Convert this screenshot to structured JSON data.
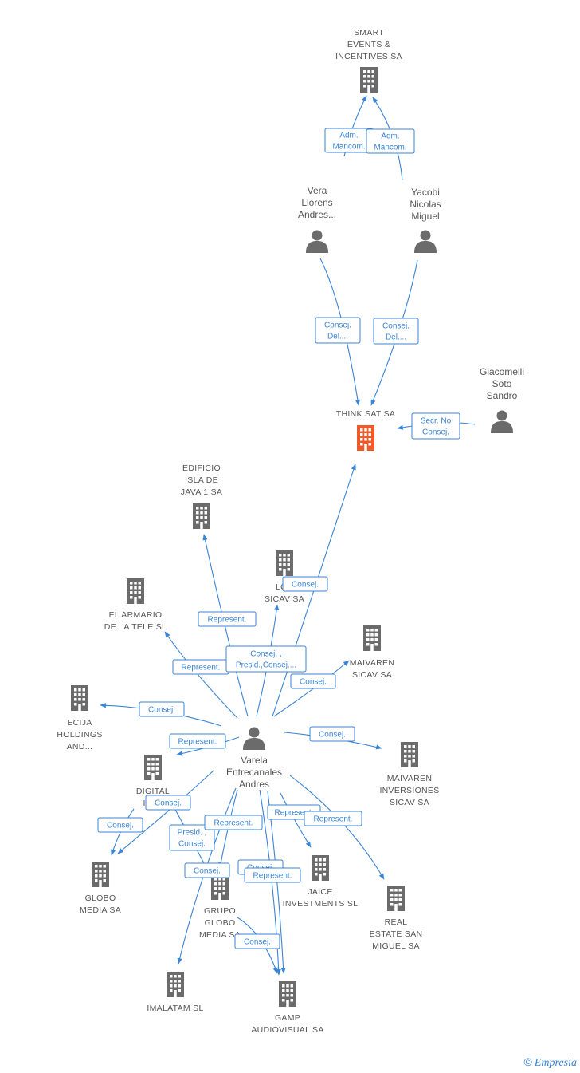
{
  "colors": {
    "edge": "#3a84d6",
    "node": "#6b6b6b",
    "focus": "#f05a28",
    "label": "#555555"
  },
  "nodes": [
    {
      "id": "smart",
      "kind": "company",
      "lines": [
        "SMART",
        "EVENTS &",
        "INCENTIVES SA"
      ],
      "icon": "building-icon"
    },
    {
      "id": "vera",
      "kind": "person",
      "lines": [
        "Vera",
        "Llorens",
        "Andres..."
      ],
      "icon": "person-icon"
    },
    {
      "id": "yacobi",
      "kind": "person",
      "lines": [
        "Yacobi",
        "Nicolas",
        "Miguel"
      ],
      "icon": "person-icon"
    },
    {
      "id": "giacomelli",
      "kind": "person",
      "lines": [
        "Giacomelli",
        "Soto",
        "Sandro"
      ],
      "icon": "person-icon"
    },
    {
      "id": "think",
      "kind": "focus",
      "lines": [
        "THINK SAT SA"
      ],
      "icon": "building-icon"
    },
    {
      "id": "edificio",
      "kind": "company",
      "lines": [
        "EDIFICIO",
        "ISLA DE",
        "JAVA 1 SA"
      ],
      "icon": "building-icon"
    },
    {
      "id": "armario",
      "kind": "company",
      "lines": [
        "EL ARMARIO",
        "DE LA TELE SL"
      ],
      "icon": "building-icon"
    },
    {
      "id": "los",
      "kind": "company",
      "lines": [
        "LOS",
        "SICAV SA"
      ],
      "icon": "building-icon"
    },
    {
      "id": "maivaren",
      "kind": "company",
      "lines": [
        "MAIVAREN",
        "SICAV SA"
      ],
      "icon": "building-icon"
    },
    {
      "id": "ecija",
      "kind": "company",
      "lines": [
        "ECIJA",
        "HOLDINGS",
        "AND..."
      ],
      "icon": "building-icon"
    },
    {
      "id": "varela",
      "kind": "person",
      "lines": [
        "Varela",
        "Entrecanales",
        "Andres"
      ],
      "icon": "person-icon"
    },
    {
      "id": "maivareninv",
      "kind": "company",
      "lines": [
        "MAIVAREN",
        "INVERSIONES",
        "SICAV SA"
      ],
      "icon": "building-icon"
    },
    {
      "id": "digital",
      "kind": "company",
      "lines": [
        "DIGITAL",
        "HUM"
      ],
      "icon": "building-icon"
    },
    {
      "id": "globo",
      "kind": "company",
      "lines": [
        "GLOBO",
        "MEDIA SA"
      ],
      "icon": "building-icon"
    },
    {
      "id": "jaice",
      "kind": "company",
      "lines": [
        "JAICE",
        "INVESTMENTS SL"
      ],
      "icon": "building-icon"
    },
    {
      "id": "real",
      "kind": "company",
      "lines": [
        "REAL",
        "ESTATE SAN",
        "MIGUEL SA"
      ],
      "icon": "building-icon"
    },
    {
      "id": "grupo",
      "kind": "company",
      "lines": [
        "GRUPO",
        "GLOBO",
        "MEDIA SA"
      ],
      "icon": "building-icon"
    },
    {
      "id": "imalatam",
      "kind": "company",
      "lines": [
        "IMALATAM SL"
      ],
      "icon": "building-icon"
    },
    {
      "id": "gamp",
      "kind": "company",
      "lines": [
        "GAMP",
        "AUDIOVISUAL SA"
      ],
      "icon": "building-icon"
    }
  ],
  "edges": [
    {
      "from": "vera",
      "to": "smart",
      "label": [
        "Adm.",
        "Mancom."
      ]
    },
    {
      "from": "yacobi",
      "to": "smart",
      "label": [
        "Adm.",
        "Mancom."
      ]
    },
    {
      "from": "vera",
      "to": "think",
      "label": [
        "Consej.",
        "Del...."
      ]
    },
    {
      "from": "yacobi",
      "to": "think",
      "label": [
        "Consej.",
        "Del...."
      ]
    },
    {
      "from": "giacomelli",
      "to": "think",
      "label": [
        "Secr.  No",
        "Consej."
      ]
    },
    {
      "from": "varela",
      "to": "think",
      "label": [
        "Consej."
      ]
    },
    {
      "from": "varela",
      "to": "edificio",
      "label": [
        "Represent."
      ]
    },
    {
      "from": "varela",
      "to": "armario",
      "label": [
        "Represent."
      ]
    },
    {
      "from": "varela",
      "to": "los",
      "label": [
        "Consej. ,",
        "Presid.,Consej...."
      ]
    },
    {
      "from": "varela",
      "to": "maivaren",
      "label": [
        "Consej."
      ]
    },
    {
      "from": "varela",
      "to": "ecija",
      "label": [
        "Consej."
      ]
    },
    {
      "from": "varela",
      "to": "maivareninv",
      "label": [
        "Consej."
      ]
    },
    {
      "from": "varela",
      "to": "digital",
      "label": [
        "Represent."
      ]
    },
    {
      "from": "varela",
      "to": "globo",
      "label": [
        "Consej."
      ]
    },
    {
      "from": "digital",
      "to": "globo",
      "label": [
        "Consej."
      ]
    },
    {
      "from": "varela",
      "to": "jaice",
      "label": [
        "Represent."
      ]
    },
    {
      "from": "varela",
      "to": "real",
      "label": [
        "Represent."
      ]
    },
    {
      "from": "varela",
      "to": "grupo",
      "label": [
        "Presid. ,",
        "Consej."
      ]
    },
    {
      "from": "digital",
      "to": "grupo",
      "label": [
        "Represent."
      ]
    },
    {
      "from": "varela",
      "to": "imalatam",
      "label": [
        "Consej."
      ]
    },
    {
      "from": "varela",
      "to": "gamp",
      "label": [
        "Consej."
      ]
    },
    {
      "from": "varela",
      "to": "gamp",
      "label": [
        "Represent."
      ]
    },
    {
      "from": "grupo",
      "to": "gamp",
      "label": [
        "Consej."
      ]
    }
  ],
  "footer": {
    "copyright": "©",
    "brand": "Empresia"
  }
}
